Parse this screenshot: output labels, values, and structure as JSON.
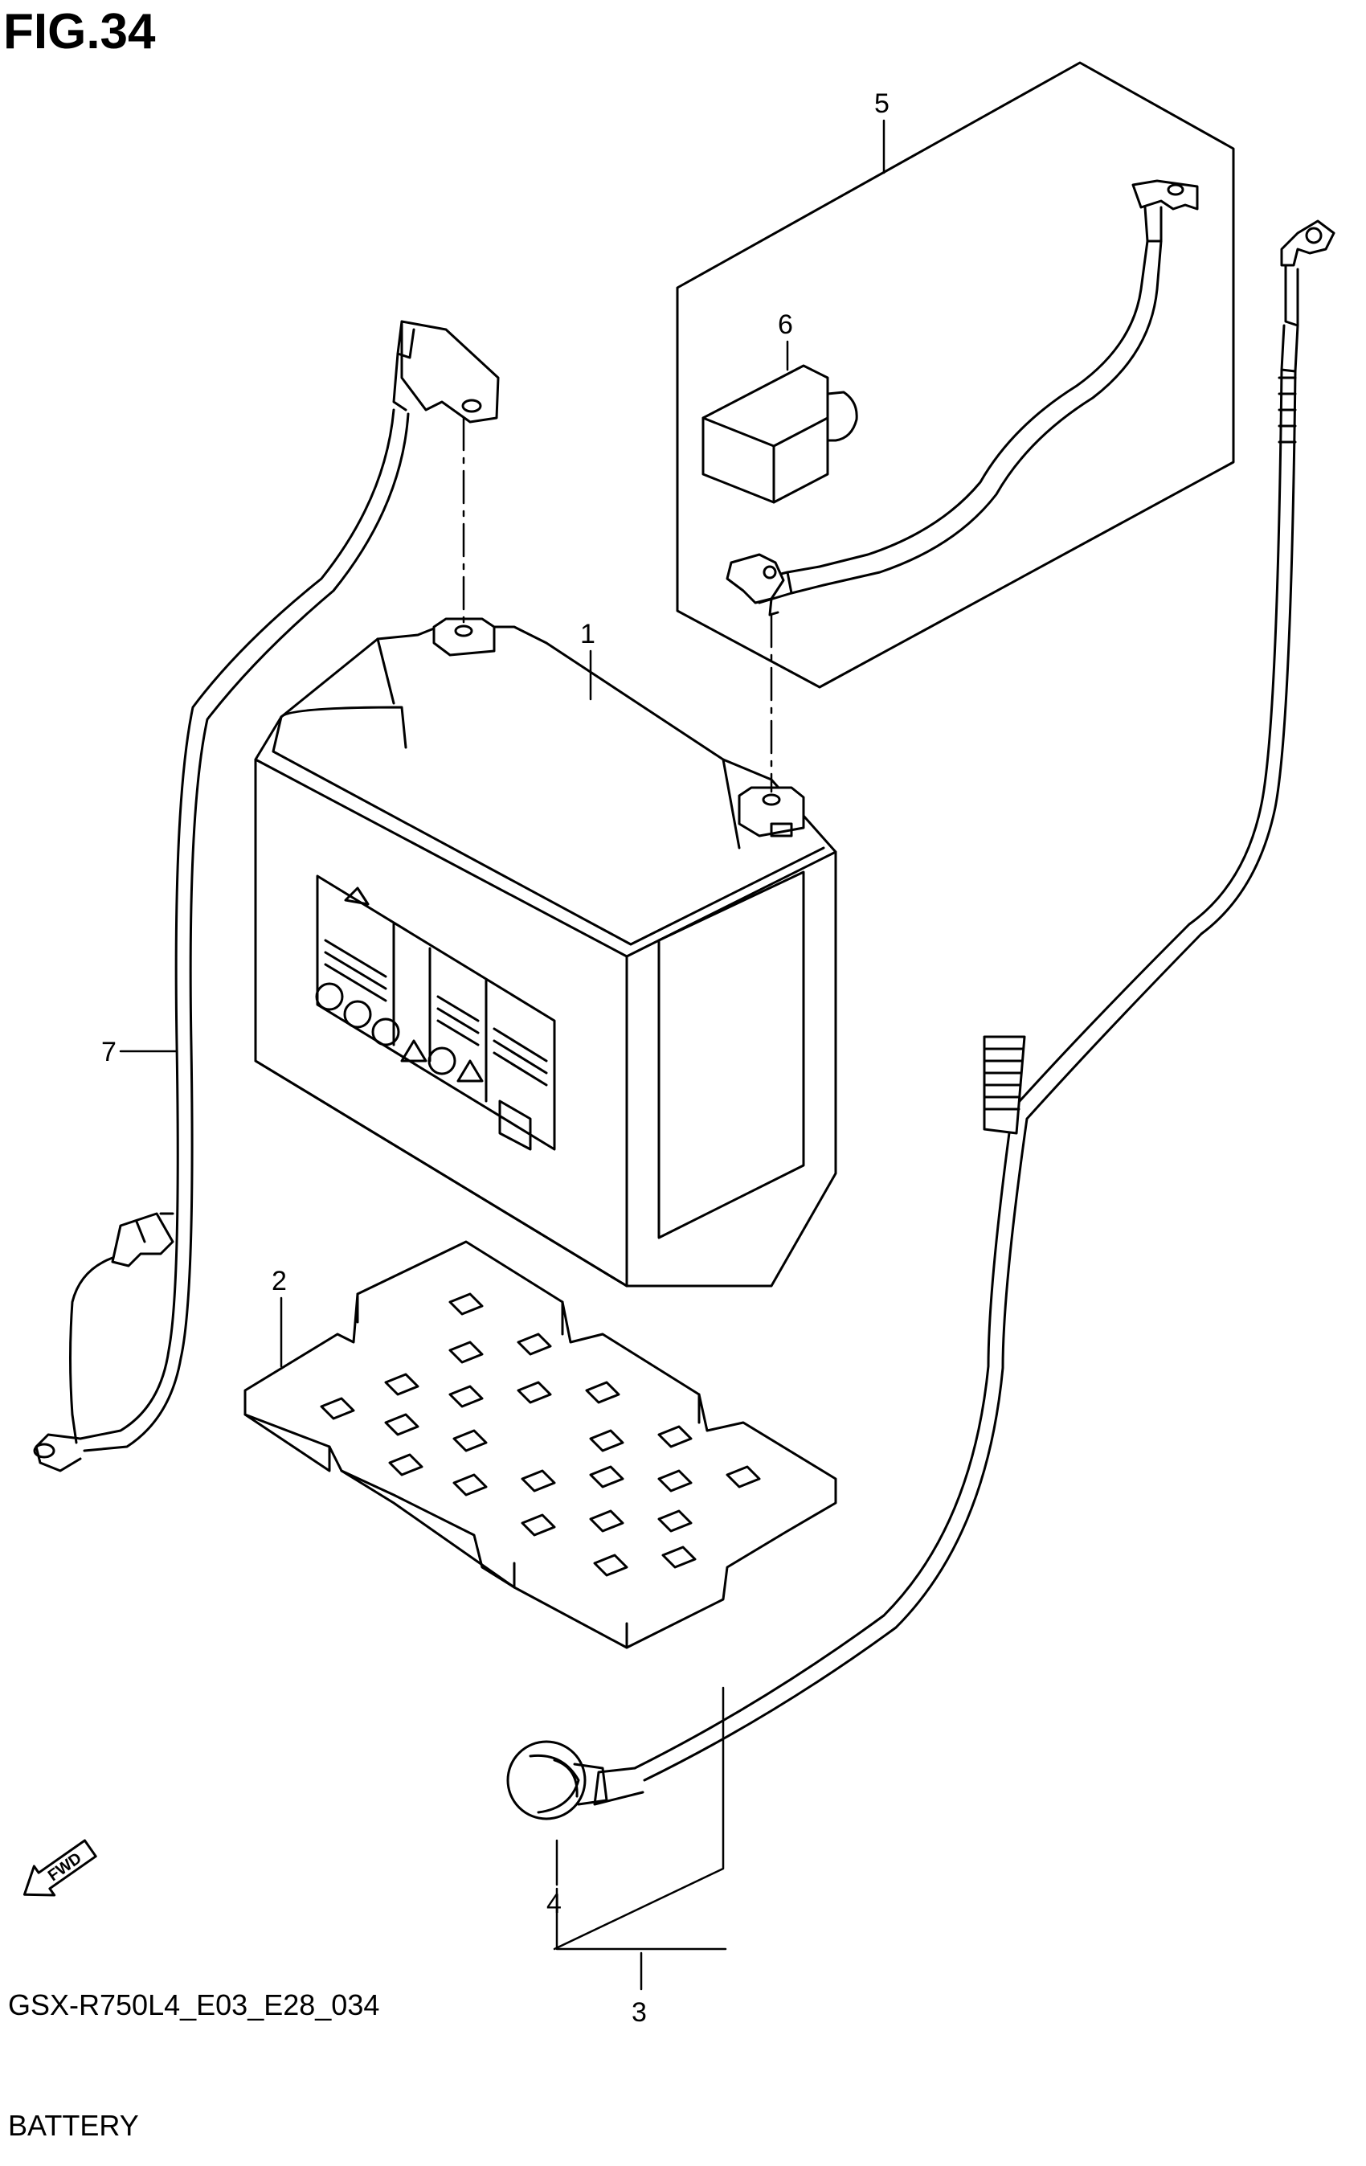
{
  "figure": {
    "title": "FIG.34",
    "code": "GSX-R750L4_E03_E28_034",
    "name": "BATTERY"
  },
  "callouts": {
    "c1": "1",
    "c2": "2",
    "c3": "3",
    "c4": "4",
    "c5": "5",
    "c6": "6",
    "c7": "7"
  },
  "fwd_label": "FWD",
  "icons": [
    "fwd-arrow-icon"
  ],
  "colors": {
    "line": "#000000",
    "background": "#ffffff"
  }
}
